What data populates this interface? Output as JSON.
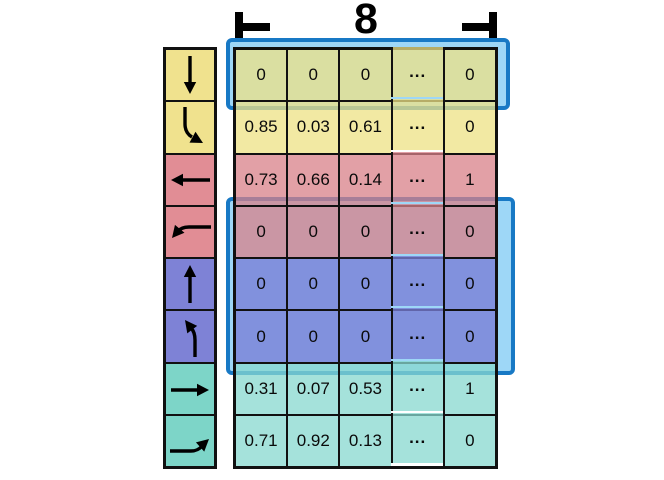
{
  "diagram": {
    "bracket_label": "8"
  },
  "matrix": {
    "rows": [
      {
        "icon": "arrow-down",
        "group": "yellow",
        "highlighted": true,
        "values": [
          "0",
          "0",
          "0",
          "...",
          "0"
        ]
      },
      {
        "icon": "arrow-down-right",
        "group": "yellow",
        "highlighted": false,
        "values": [
          "0.85",
          "0.03",
          "0.61",
          "...",
          "0"
        ]
      },
      {
        "icon": "arrow-left",
        "group": "red",
        "highlighted": false,
        "values": [
          "0.73",
          "0.66",
          "0.14",
          "...",
          "1"
        ]
      },
      {
        "icon": "arrow-left-down",
        "group": "red",
        "highlighted": true,
        "values": [
          "0",
          "0",
          "0",
          "...",
          "0"
        ]
      },
      {
        "icon": "arrow-up",
        "group": "purple",
        "highlighted": true,
        "values": [
          "0",
          "0",
          "0",
          "...",
          "0"
        ]
      },
      {
        "icon": "arrow-up-left",
        "group": "purple",
        "highlighted": true,
        "values": [
          "0",
          "0",
          "0",
          "...",
          "0"
        ]
      },
      {
        "icon": "arrow-right",
        "group": "teal",
        "highlighted": false,
        "values": [
          "0.31",
          "0.07",
          "0.53",
          "...",
          "1"
        ]
      },
      {
        "icon": "arrow-right-up",
        "group": "teal",
        "highlighted": false,
        "values": [
          "0.71",
          "0.92",
          "0.13",
          "...",
          "0"
        ]
      }
    ]
  },
  "colors": {
    "highlight_fill": "#9ED7F7",
    "highlight_border": "#1879C5",
    "yellow": "#F0E28E",
    "red": "#E18D95",
    "purple": "#7E82D6",
    "teal": "#7DD5C8"
  }
}
